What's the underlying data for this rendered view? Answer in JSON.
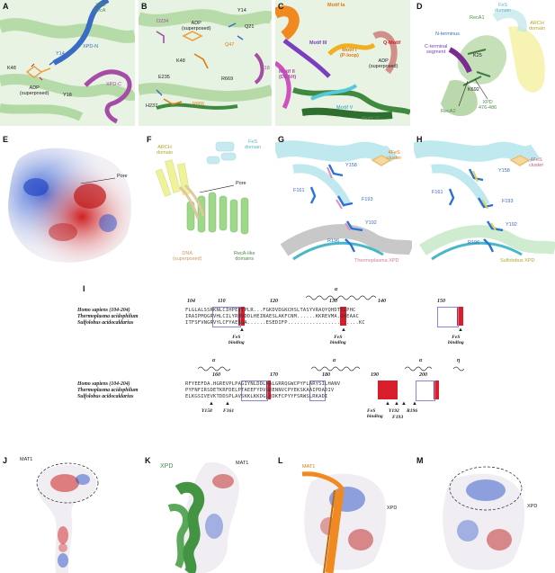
{
  "panels": {
    "A": {
      "letter": "A",
      "labels": [
        "XPD\nRecA",
        "Y14",
        "XPD-N",
        "K48",
        "ADP\n(superposed)",
        "Y18",
        "XPD-C"
      ]
    },
    "B": {
      "letter": "B",
      "labels": [
        "D234",
        "ADP\n(superposed)",
        "Y14",
        "Q21",
        "Q47",
        "K48",
        "Y18",
        "E235",
        "R669",
        "H237",
        "R666"
      ]
    },
    "C": {
      "letter": "C",
      "labels": [
        "Motif Ia",
        "Motif III",
        "Motif I\n(P-loop)",
        "Q-Motif",
        "Motif II\n(DEAH)",
        "ADP\n(superposed)",
        "Motif V",
        "Motif VI"
      ]
    },
    "D": {
      "letter": "D",
      "labels": [
        "FeS\ndomain",
        "RecA1",
        "ARCH\ndomain",
        "N-terminus",
        "C-terminal\nsegment",
        "K25",
        "K692",
        "RecA2",
        "XPD\n476-486"
      ]
    },
    "E": {
      "letter": "E",
      "labels": [
        "Pore"
      ]
    },
    "F": {
      "letter": "F",
      "labels": [
        "FeS\ndomain",
        "ARCH\ndomain",
        "Pore",
        "DNA\n(superposed)",
        "RecA-like\ndomains"
      ]
    },
    "G": {
      "letter": "G",
      "labels": [
        "4FeS\ncluster",
        "Y158",
        "F161",
        "F193",
        "Y192",
        "R196",
        "Thermoplasma XPD"
      ]
    },
    "H": {
      "letter": "H",
      "labels": [
        "4FeS\ncluster",
        "Y158",
        "F161",
        "F193",
        "Y192",
        "R196",
        "Sulfolobus XPD"
      ]
    },
    "I": {
      "letter": "I"
    },
    "J": {
      "letter": "J",
      "labels": [
        "MAT1"
      ]
    },
    "K": {
      "letter": "K",
      "labels": [
        "XPD",
        "MAT1"
      ]
    },
    "L": {
      "letter": "L",
      "labels": [
        "MAT1",
        "XPD"
      ]
    },
    "M": {
      "letter": "M",
      "labels": [
        "XPD"
      ]
    }
  },
  "alignment": {
    "block1": {
      "numbers": [
        "104",
        "110",
        "120",
        "130",
        "140",
        "150"
      ],
      "ss": "α",
      "names": [
        "Homo sapiens (104-204)",
        "Thermoplasma acidophilum",
        "Sulfolobus acidocaldarius"
      ],
      "seqs": [
        "FLGLALSSRKNLCIHPEVTPLR...FGKDVDGKCHSLTASYVRAQYQHDTSLPHC",
        "IRAIPMQGRVHLCILYRMVDDLHEINAESLAKFCNM......KKREVMA.GHEAAC",
        "ITFSFVNGRVYLCFYAEKGA......ESEDIFP.......................KC"
      ],
      "annotations": [
        "FeS\nbinding",
        "FeS\nbinding",
        "FeS\nbinding"
      ]
    },
    "block2": {
      "numbers": [
        "160",
        "170",
        "180",
        "190",
        "200"
      ],
      "ss": [
        "α",
        "α",
        "α",
        "η"
      ],
      "names": [
        "Homo sapiens (104-204)",
        "Thermoplasma acidophilum",
        "Sulfolobus acidocaldarius"
      ],
      "seqs": [
        "RFYEEFDA.HGREVPLPAGIYNLDDLKALGRRQGWCPYFLARYSILHANV",
        "PYFNFIRSDETKRFDELPTAEEFYDVGRENNVCPYEKSKAAIPDADIV",
        "ELKGSIVEVKTDDSPLAVSKKLKKDGLQDKFCPYYFSRWSLRKADI"
      ],
      "annotations": [
        "Y158",
        "F161",
        "FeS\nbinding",
        "Y192",
        "F193",
        "R196"
      ]
    }
  }
}
